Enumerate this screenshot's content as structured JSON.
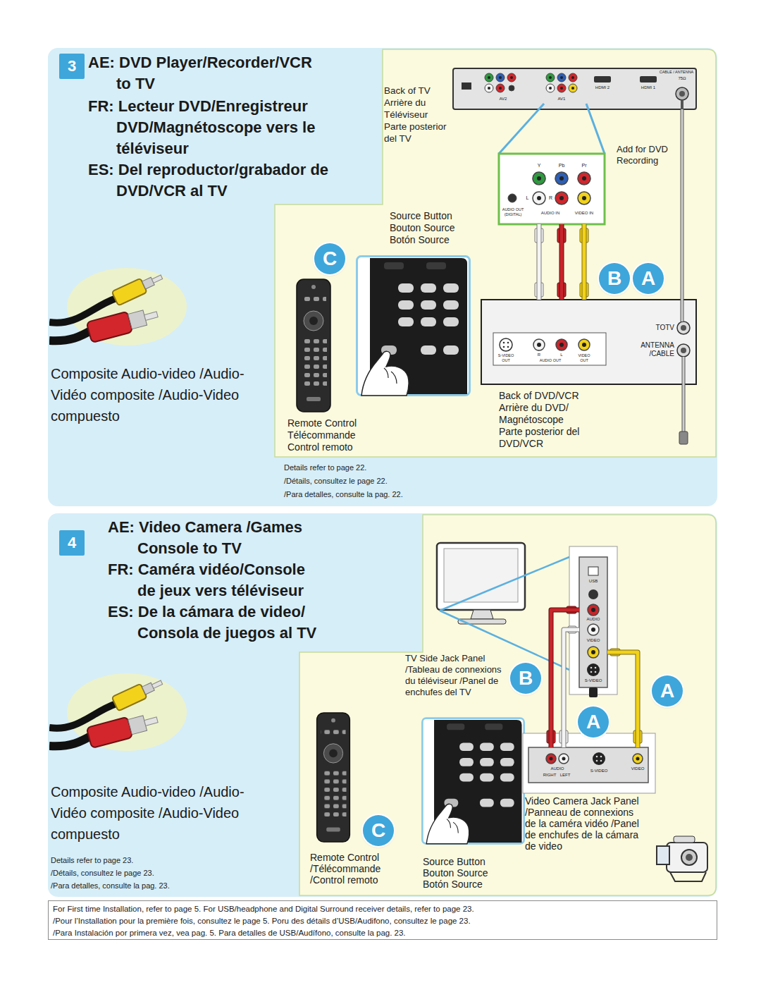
{
  "diagram": {
    "nodes": [
      {
        "text": [
          "AE: DVD Player/Recorder/VCR to TV",
          "FR: Lecteur DVD/Enregistreur DVD/Magnétoscope vers le téléviseur",
          "ES: Del reproductor/grabador de DVD/VCR al TV",
          "Composite Audio-video /Audio-Vidéo composite /Audio-Video compuesto"
        ]
      },
      {
        "text": [
          "3"
        ],
        "in": 0
      },
      {
        "text": [
          "Back of TV Arrière du Téléviseur Parte posterior del TV",
          "AV2",
          "AV1",
          "HDMI 2",
          "HDMI 1",
          "CABLE / ANTENNA",
          "75Ω"
        ],
        "in": 0
      },
      {
        "text": [
          "Y",
          "Pb",
          "Pr",
          "L",
          "R",
          "AUDIO OUT (DIGITAL)",
          "AUDIO IN",
          "VIDEO IN"
        ],
        "in": 0
      },
      {
        "text": [
          "C"
        ],
        "in": 0
      },
      {
        "text": [
          "Source Button Bouton Source Botón Source"
        ],
        "in": 0
      },
      {
        "text": [
          "B"
        ],
        "in": 0
      },
      {
        "text": [
          "A"
        ],
        "in": 0
      },
      {
        "text": [
          "Remote Control Télécommande Control remoto"
        ],
        "in": 0
      },
      {
        "text": [
          "Back of DVD/VCR Arrière du DVD/ Magnétoscope Parte posterior del DVD/VCR",
          "TOTV",
          "ANTENNA /CABLE",
          "S-VIDEO OUT",
          "R",
          "L",
          "AUDIO OUT",
          "VIDEO OUT"
        ],
        "in": 0
      },
      {
        "text": [
          "AE: Video Camera /Games Console to TV",
          "FR: Caméra vidéo/Console de jeux vers téléviseur",
          "ES: De la cámara de video/ Consola de juegos al TV",
          "Composite Audio-video /Audio-Vidéo composite /Audio-Video compuesto"
        ]
      },
      {
        "text": [
          "4"
        ],
        "in": 10
      },
      {
        "text": [
          "TV Side Jack Panel /Tableau de connexions du téléviseur /Panel de enchufes del TV",
          "USB",
          "AUDIO",
          "VIDEO",
          "S-VIDEO"
        ],
        "in": 10
      },
      {
        "text": [
          "B"
        ],
        "in": 10
      },
      {
        "text": [
          "A"
        ],
        "in": 10
      },
      {
        "text": [
          "A"
        ],
        "in": 10
      },
      {
        "text": [
          "Remote Control /Télécommande /Control remoto"
        ],
        "in": 10
      },
      {
        "text": [
          "Source Button Bouton Source Botón Source"
        ],
        "in": 10
      },
      {
        "text": [
          "C"
        ],
        "in": 10
      },
      {
        "text": [
          "Video Camera Jack Panel /Panneau de connexions de la caméra vidéo /Panel de enchufes de la cámara de video",
          "AUDIO",
          "RIGHT",
          "LEFT",
          "S-VIDEO",
          "VIDEO"
        ],
        "in": 10
      },
      {
        "text": [
          "For First time Installation, refer to page 5. For USB/headphone and Digital Surround receiver details, refer to page 23.",
          "/Pour l’Installation pour la première fois, consultez le page 5. Poru des détails d’USB/Audifono, consultez le page 23.",
          "/Para Instalación por primera vez, vea pag. 5. Para detalles de USB/Audífono, consulte la pag. 23."
        ]
      }
    ],
    "edges": [
      {
        "from": 3,
        "to": 9,
        "arrow": "none"
      },
      {
        "from": 3,
        "to": 9,
        "arrow": "none"
      },
      {
        "from": 3,
        "to": 9,
        "arrow": "none"
      },
      {
        "from": 2,
        "to": 9,
        "arrow": "none"
      },
      {
        "from": 12,
        "to": 19,
        "arrow": "none"
      },
      {
        "from": 12,
        "to": 19,
        "arrow": "none"
      },
      {
        "from": 12,
        "to": 19,
        "arrow": "none"
      }
    ],
    "labels": [
      "Add for DVD Recording",
      "Details refer to page 22.",
      "/Détails, consultez le page 22.",
      "/Para detalles, consulte la pag. 22.",
      "Details refer to page 23.",
      "/Détails, consultez le page 23.",
      "/Para detalles, consulte la pag. 23."
    ]
  }
}
